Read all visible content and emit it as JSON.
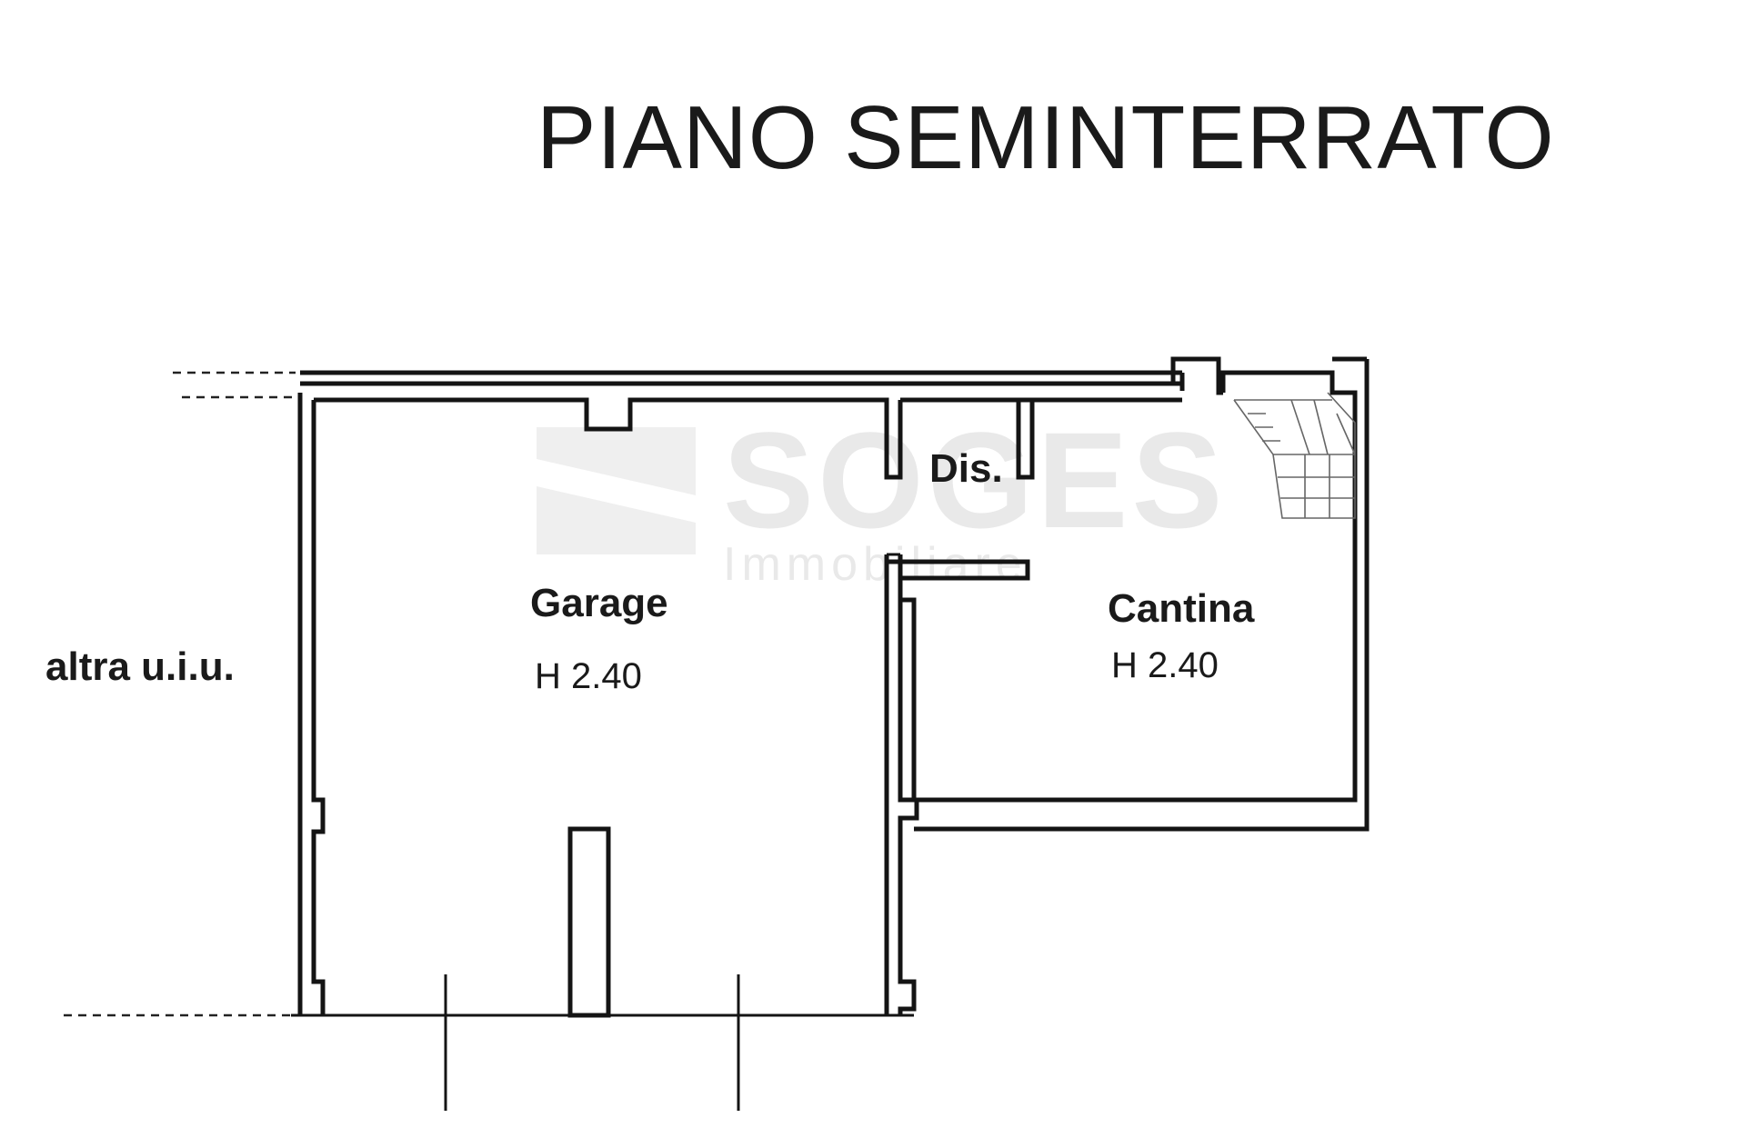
{
  "title": "PIANO SEMINTERRATO",
  "rooms": [
    {
      "name": "Garage",
      "height": "H 2.40"
    },
    {
      "name": "Dis."
    },
    {
      "name": "Cantina",
      "height": "H 2.40"
    }
  ],
  "adjacent_label": "altra u.i.u.",
  "watermark": {
    "brand": "SOGES",
    "sub": "Immobiliare"
  },
  "colors": {
    "line": "#141414",
    "watermark": "#e9e9e9",
    "background": "#ffffff"
  }
}
